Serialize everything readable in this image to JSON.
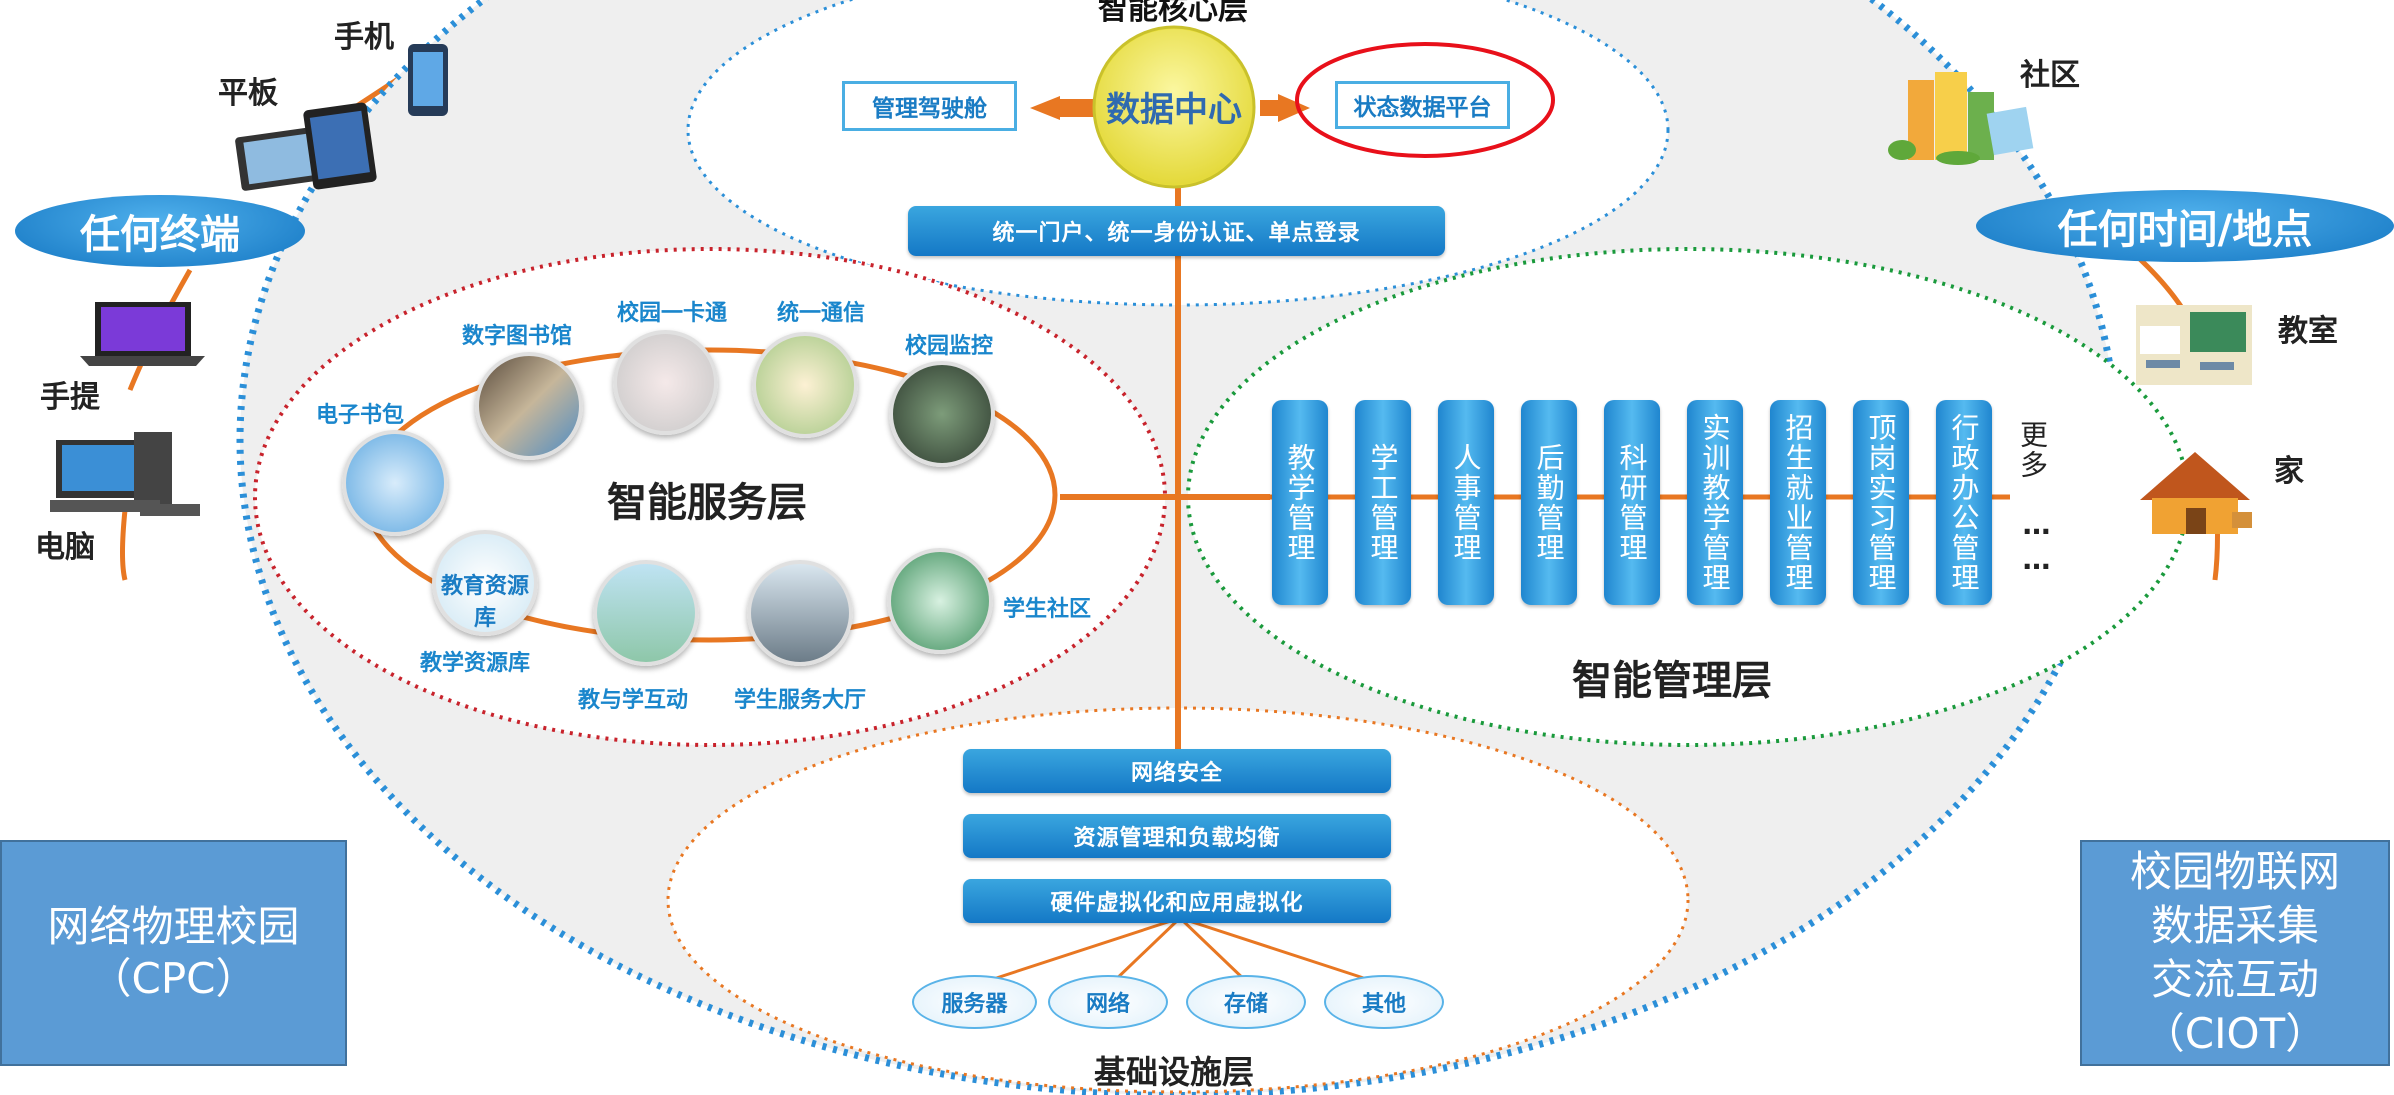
{
  "core_layer": {
    "title": "智能核心层",
    "data_center": "数据中心",
    "left_box": "管理驾驶舱",
    "right_box": "状态数据平台",
    "portal_bar": "统一门户、统一身份认证、单点登录"
  },
  "service_layer": {
    "title": "智能服务层",
    "items": {
      "ebook": "电子书包",
      "digital_library": "数字图书馆",
      "campus_card": "校园一卡通",
      "unified_comm": "统一通信",
      "campus_monitor": "校园监控",
      "teaching_resources": "教学资源库",
      "edu_resources_icon_text": "教育资源库",
      "teach_interact": "教与学互动",
      "student_hall": "学生服务大厅",
      "student_community": "学生社区"
    }
  },
  "management_layer": {
    "title": "智能管理层",
    "bars": [
      "教学管理",
      "学工管理",
      "人事管理",
      "后勤管理",
      "科研管理",
      "实训教学管理",
      "招生就业管理",
      "顶岗实习管理",
      "行政办公管理"
    ],
    "more": "更多",
    "ellipsis": "……"
  },
  "infrastructure_layer": {
    "title": "基础设施层",
    "bars": [
      "网络安全",
      "资源管理和负载均衡",
      "硬件虚拟化和应用虚拟化"
    ],
    "items": [
      "服务器",
      "网络",
      "存储",
      "其他"
    ]
  },
  "left_side": {
    "label": "任何终端",
    "devices": [
      "手机",
      "平板",
      "手提",
      "电脑"
    ],
    "box_line1": "网络物理校园",
    "box_line2": "（CPC）"
  },
  "right_side": {
    "label": "任何时间/地点",
    "places": [
      "社区",
      "教室",
      "家"
    ],
    "box_lines": [
      "校园物联网",
      "数据采集",
      "交流互动",
      "（CIOT）"
    ]
  },
  "colors": {
    "accent_blue": "#1a86cc",
    "orange": "#e87722",
    "red_outline": "#e8101a",
    "side_box": "#5b9bd5"
  }
}
